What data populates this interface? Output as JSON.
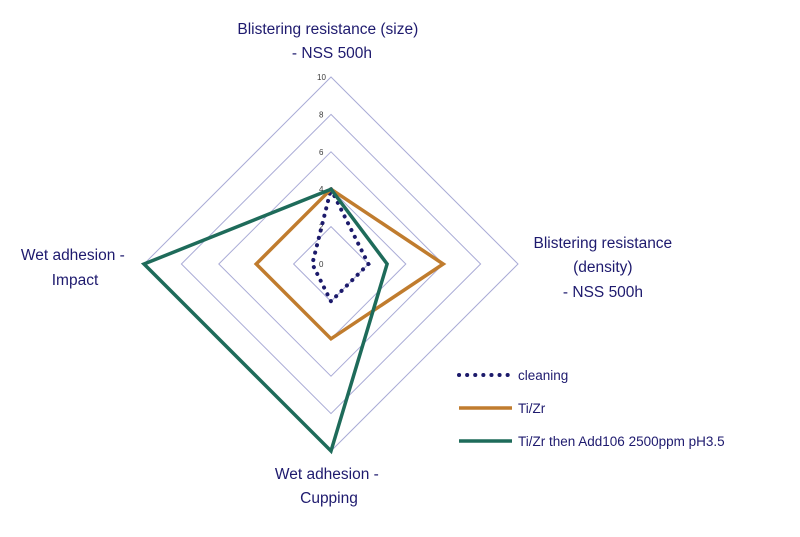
{
  "chart_data": {
    "type": "radar",
    "title": "",
    "axes": [
      {
        "name": "blister-size",
        "lines": [
          "Blistering resistance (size)",
          "- NSS 500h"
        ]
      },
      {
        "name": "blister-density",
        "lines": [
          "Blistering resistance",
          "(density)",
          "- NSS 500h"
        ]
      },
      {
        "name": "wet-adhesion-cupping",
        "lines": [
          "Wet adhesion -",
          "Cupping"
        ]
      },
      {
        "name": "wet-adhesion-impact",
        "lines": [
          "Wet adhesion -",
          "Impact"
        ]
      }
    ],
    "range": [
      0,
      10
    ],
    "ticks": [
      "0",
      "2",
      "4",
      "6",
      "8",
      "10"
    ],
    "grid": true,
    "legend_position": "bottom-right",
    "series": [
      {
        "name": "cleaning",
        "color": "#1c1a6b",
        "style": "dotted",
        "values": [
          4,
          2,
          2,
          1
        ]
      },
      {
        "name": "Ti/Zr",
        "color": "#c07c2e",
        "style": "solid",
        "values": [
          4,
          6,
          4,
          4
        ]
      },
      {
        "name": "Ti/Zr then Add106 2500ppm pH3.5",
        "color": "#1e6b5a",
        "style": "solid",
        "values": [
          4,
          3,
          10,
          10
        ]
      }
    ]
  }
}
